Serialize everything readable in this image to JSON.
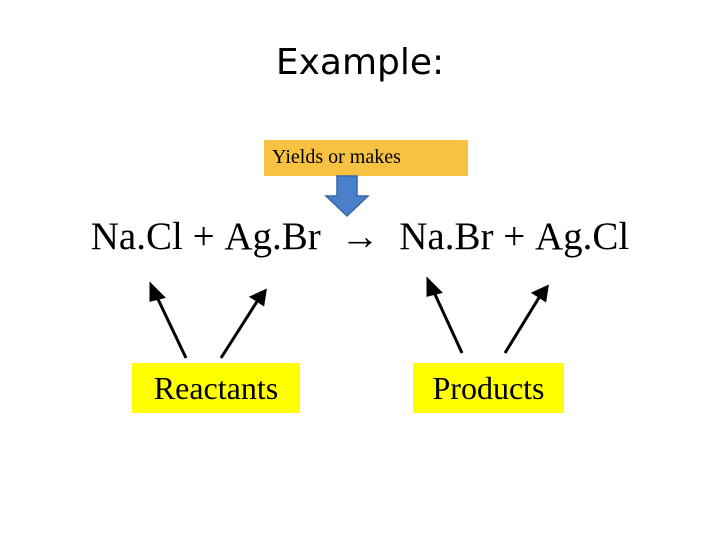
{
  "slide": {
    "title": "Example:",
    "yields_label": "Yields or makes",
    "equation": {
      "reactant_1": "Na.Cl",
      "plus_1": "+",
      "reactant_2": "Ag.Br",
      "arrow": "→",
      "product_1": "Na.Br",
      "plus_2": "+",
      "product_2": "Ag.Cl"
    },
    "reactants_label": "Reactants",
    "products_label": "Products"
  },
  "colors": {
    "highlight_yellow": "#ffff00",
    "yields_orange": "#f7c242",
    "down_arrow_fill": "#4a7fc9",
    "down_arrow_stroke": "#3a66a8",
    "text": "#000000"
  }
}
